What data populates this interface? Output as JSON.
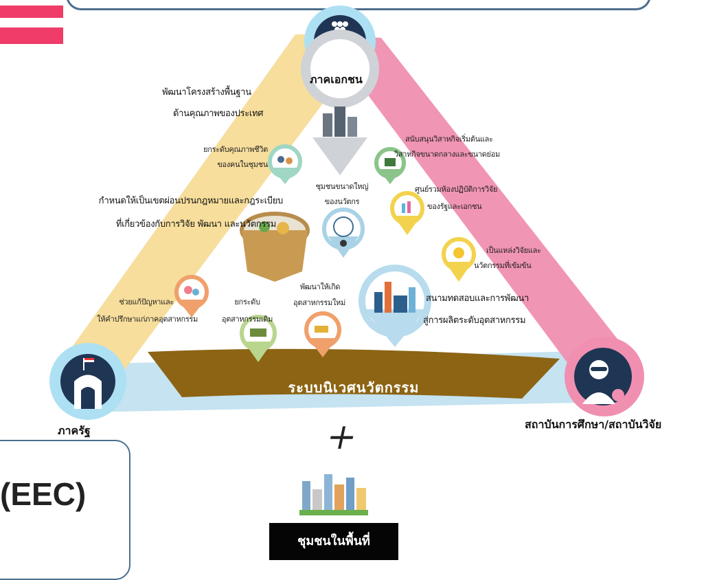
{
  "nodes": {
    "top": {
      "label": "ภาคเอกชน"
    },
    "left": {
      "label": "ภาครัฐ"
    },
    "right": {
      "label": "สถาบันการศึกษา/สถาบันวิจัย"
    }
  },
  "banner": {
    "label": "ระบบนิเวศนวัตกรรม"
  },
  "plus_symbol": "+",
  "community": {
    "label": "ชุมชนในพื้นที่"
  },
  "eec": {
    "label": "(EEC)"
  },
  "items": {
    "infra": {
      "line1": "พัฒนาโครงสร้างพื้นฐาน",
      "line2": "ด้านคุณภาพของประเทศ"
    },
    "quality_of_life": {
      "line1": "ยกระดับคุณภาพชีวิต",
      "line2": "ของคนในชุมชน"
    },
    "sme": {
      "line1": "สนับสนุนวิสาหกิจเริ่มต้นและ",
      "line2": "วิสาหกิจขนาดกลางและขนาดย่อม"
    },
    "big_community": {
      "line1": "ชุมชนขนาดใหญ่",
      "line2": "ของนวัตกร"
    },
    "lab_center": {
      "line1": "ศูนย์รวมห้องปฏิบัติการวิจัย",
      "line2": "ของรัฐและเอกชน"
    },
    "sandbox": {
      "line1": "กำหนดให้เป็นเขตผ่อนปรนกฎหมายและกฎระเบียบ",
      "line2": "ที่เกี่ยวข้องกับการวิจัย พัฒนา และนวัตกรรม"
    },
    "research_source": {
      "line1": "เป็นแหล่งวิจัยและ",
      "line2": "นวัตกรรมที่เข้มข้น"
    },
    "new_industry": {
      "line1": "พัฒนาให้เกิด",
      "line2": "อุตสาหกรรมใหม่"
    },
    "consult": {
      "line1": "ช่วยแก้ปัญหาและ",
      "line2": "ให้คำปรึกษาแก่ภาคอุตสาหกรรม"
    },
    "upgrade_industry": {
      "line1": "ยกระดับ",
      "line2": "อุตสาหกรรมเดิม"
    },
    "testbed": {
      "line1": "สนามทดสอบและการพัฒนา",
      "line2": "สู่การผลิตระดับอุตสาหกรรม"
    }
  },
  "colors": {
    "left_arm": "#f7dc97",
    "right_arm": "#f08fb0",
    "base_arm": "#bfe0f0",
    "node_ring": "#aee0f3",
    "node_fill": "#1f3554",
    "banner": "#8c6414",
    "accent_pink": "#ef3c69"
  }
}
